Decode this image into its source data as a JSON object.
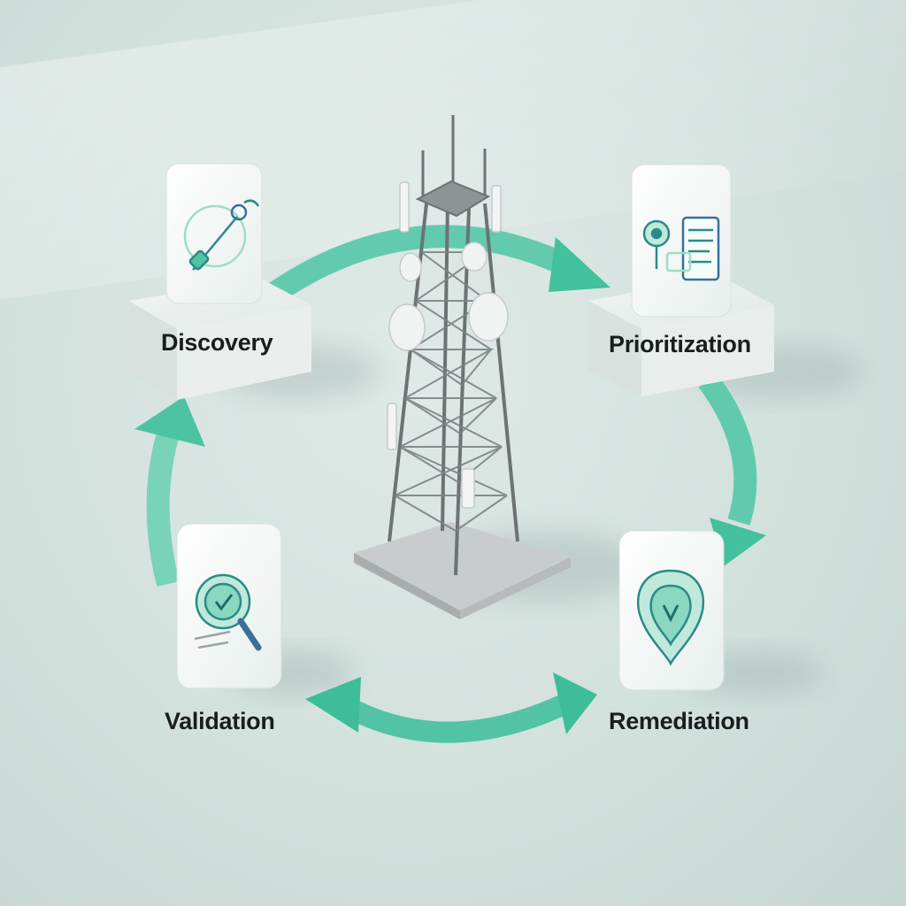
{
  "diagram": {
    "type": "cycle",
    "center_icon": "cell-tower-icon",
    "accent_color": "#4cc4a2",
    "steps": [
      {
        "label": "Discovery",
        "icon": "satellite-probe-icon"
      },
      {
        "label": "Prioritization",
        "icon": "location-document-icon"
      },
      {
        "label": "Remediation",
        "icon": "shield-pin-icon"
      },
      {
        "label": "Validation",
        "icon": "magnifier-check-icon"
      }
    ]
  }
}
